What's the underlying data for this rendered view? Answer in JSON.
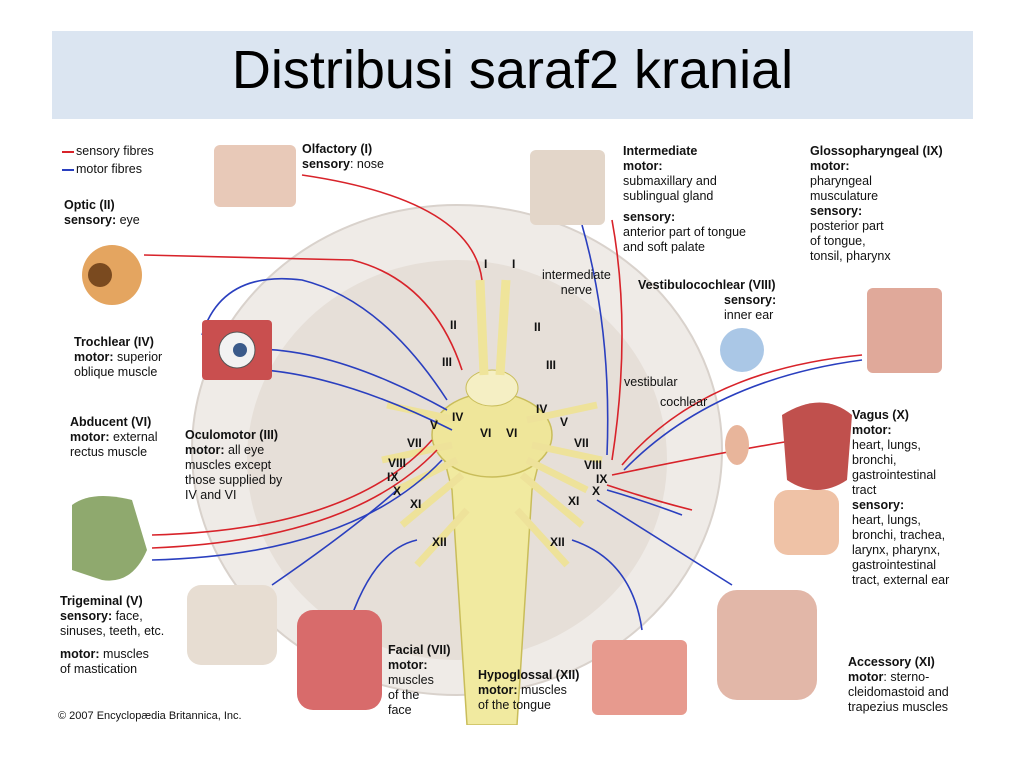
{
  "slide": {
    "title": "Distribusi saraf2 kranial"
  },
  "legend": {
    "sensory": "sensory fibres",
    "motor": "motor fibres",
    "sensory_color": "#d8232a",
    "motor_color": "#2a3fbf"
  },
  "labels": {
    "olfactory": {
      "name": "Olfactory (I)",
      "k1": "sensory",
      "v1": ": nose"
    },
    "optic": {
      "name": "Optic (II)",
      "k1": "sensory:",
      "v1": " eye"
    },
    "trochlear": {
      "name": "Trochlear (IV)",
      "k1": "motor:",
      "v1": " superior",
      "v2": "oblique muscle"
    },
    "abducent": {
      "name": "Abducent (VI)",
      "k1": "motor:",
      "v1": " external",
      "v2": "rectus muscle"
    },
    "oculomotor": {
      "name": "Oculomotor (III)",
      "k1": "motor:",
      "v1": " all eye",
      "v2": "muscles except",
      "v3": "those supplied by",
      "v4": "IV and VI"
    },
    "trigeminal": {
      "name": "Trigeminal (V)",
      "k1": "sensory:",
      "v1": " face,",
      "v2": "sinuses, teeth, etc.",
      "k2": "motor:",
      "v3": " muscles",
      "v4": "of mastication"
    },
    "facial": {
      "name": "Facial (VII)",
      "k1": "motor:",
      "v1": "muscles",
      "v2": "of the",
      "v3": "face"
    },
    "hypoglossal": {
      "name": "Hypoglossal (XII)",
      "k1": "motor:",
      "v1": " muscles",
      "v2": "of the tongue"
    },
    "intermediate": {
      "name": "Intermediate",
      "k1": "motor:",
      "v1": "submaxillary and",
      "v2": "sublingual gland",
      "k2": "sensory:",
      "v3": "anterior part of tongue",
      "v4": "and soft palate"
    },
    "glossopharyngeal": {
      "name": "Glossopharyngeal (IX)",
      "k1": "motor:",
      "v1": "pharyngeal",
      "v2": "musculature",
      "k2": "sensory:",
      "v3": "posterior part",
      "v4": "of tongue,",
      "v5": "tonsil, pharynx"
    },
    "vestibulocochlear": {
      "name": "Vestibulocochlear (VIII)",
      "k1": "sensory:",
      "v1": "inner ear"
    },
    "intermediate_nerve": {
      "l1": "intermediate",
      "l2": "nerve"
    },
    "vestibular": "vestibular",
    "cochlear": "cochlear",
    "vagus": {
      "name": "Vagus (X)",
      "k1": "motor:",
      "v1": "heart, lungs,",
      "v2": "bronchi,",
      "v3": "gastrointestinal",
      "v4": "tract",
      "k2": "sensory:",
      "v5": "heart, lungs,",
      "v6": "bronchi, trachea,",
      "v7": "larynx, pharynx,",
      "v8": "gastrointestinal",
      "v9": "tract, external ear"
    },
    "accessory": {
      "name": "Accessory (XI)",
      "k1": "motor",
      "v1": ": sterno-",
      "v2": "cleidomastoid and",
      "v3": "trapezius muscles"
    }
  },
  "roman": {
    "I_l": "I",
    "I_r": "I",
    "II_l": "II",
    "II_r": "II",
    "III_l": "III",
    "III_r": "III",
    "IV_l": "IV",
    "IV_r": "IV",
    "V_l": "V",
    "V_r": "V",
    "VI_l": "VI",
    "VI_r": "VI",
    "VII_l": "VII",
    "VII_r": "VII",
    "VIII_l": "VIII",
    "VIII_r": "VIII",
    "IX_l": "IX",
    "IX_r": "IX",
    "X_l": "X",
    "X_r": "X",
    "XI_l": "XI",
    "XI_r": "XI",
    "XII_l": "XII",
    "XII_r": "XII"
  },
  "copyright": "© 2007 Encyclopædia Britannica, Inc."
}
